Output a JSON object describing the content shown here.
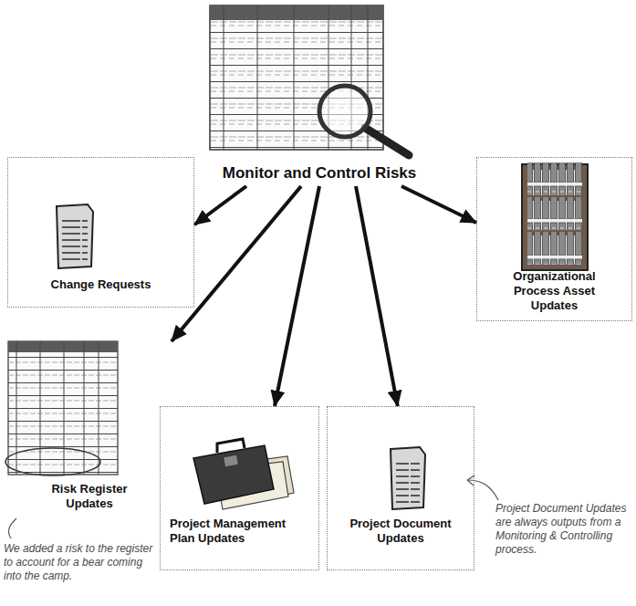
{
  "diagram": {
    "nodes": [
      {
        "text": [
          "Monitor and Control Risks"
        ]
      },
      {
        "text": [
          "Change Requests"
        ]
      },
      {
        "text": [
          "Organizational Process Asset Updates"
        ]
      },
      {
        "text": [
          "Risk Register Updates"
        ]
      },
      {
        "text": [
          "Project Management Plan Updates"
        ]
      },
      {
        "text": [
          "Project Document Updates"
        ]
      }
    ],
    "edges": [
      {
        "from": 0,
        "to": 1,
        "arrow": "to"
      },
      {
        "from": 0,
        "to": 3,
        "arrow": "to"
      },
      {
        "from": 0,
        "to": 4,
        "arrow": "to"
      },
      {
        "from": 0,
        "to": 5,
        "arrow": "to"
      },
      {
        "from": 0,
        "to": 2,
        "arrow": "to"
      }
    ],
    "labels": [
      "We added a risk to the register to account for a bear coming into the camp.",
      "Project Document Updates are always outputs from a Monitoring & Controlling process."
    ]
  }
}
